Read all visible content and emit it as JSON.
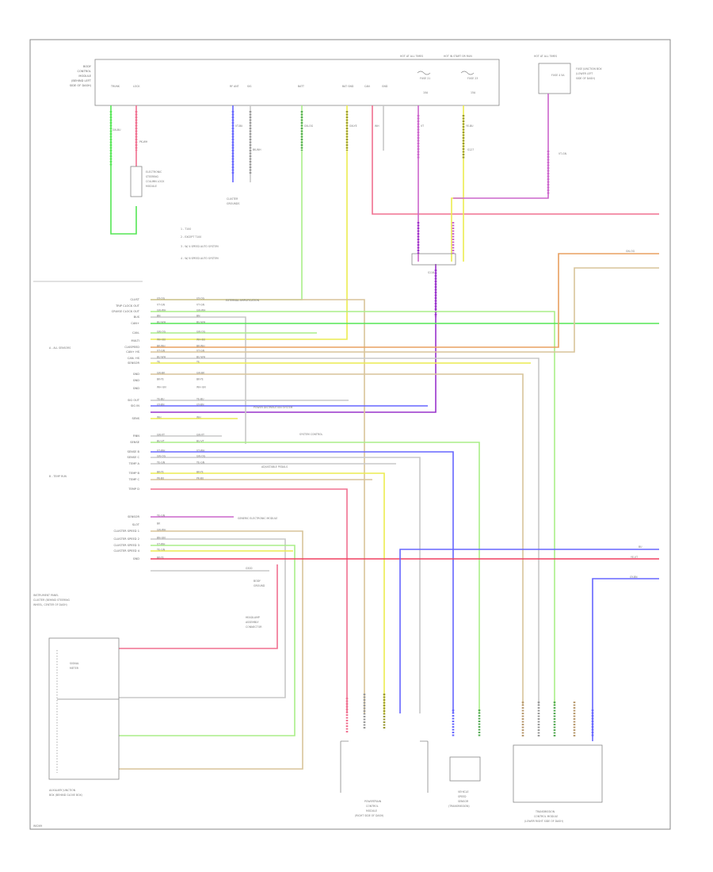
{
  "page": {
    "footer_code": "W0269"
  },
  "colors": {
    "green": "#55e655",
    "pink": "#f07090",
    "magenta": "#cc66cc",
    "purple": "#9933cc",
    "blue": "#6666ff",
    "yellow": "#ecec50",
    "tan": "#d8c49a",
    "orange": "#e8a060",
    "lightgreen": "#aaee88",
    "gray": "#c8c8c8",
    "red": "#f04060",
    "frame": "#888888"
  },
  "top_module": {
    "label_lines": [
      "BODY",
      "CONTROL",
      "MODULE",
      "(BEHIND LEFT",
      "SIDE OF DASH)"
    ],
    "pins": [
      "TRUNK",
      "LOCK",
      "RF ANT",
      "SIG",
      "BATT",
      "BAT GND",
      "CAN",
      "GND"
    ],
    "wire_labels": [
      "GN-BU",
      "PK-WH",
      "VT-BU",
      "BK-WH",
      "GN-OG",
      "GN-YE",
      "WH",
      "VT",
      "YE-BU"
    ],
    "fuse_labels": [
      "HOT AT ALL TIMES",
      "HOT IN START OR RUN"
    ],
    "fuse_names": [
      "FUSE 21",
      "FUSE 23",
      "10A",
      "15A"
    ],
    "s_labels": [
      "S127",
      "S118"
    ]
  },
  "top_right": {
    "label": "HOT AT ALL TIMES",
    "fuse": "FUSE 4 5A",
    "box_lines": [
      "FUSE JUNCTION BOX",
      "(LOWER LEFT",
      "SIDE OF DASH)"
    ],
    "wire": "VT-GN"
  },
  "sensor_box": {
    "label_lines": [
      "ELECTRONIC",
      "STEERING",
      "COLUMN LOCK",
      "MODULE"
    ]
  },
  "left_notes": [
    "1 - T100",
    "2 - EXCEPT T100",
    "3 - W/ 4 SPEED AUTO SYSTEM",
    "4 - W/ 6 SPEED AUTO SYSTEM"
  ],
  "gauge_label": [
    "CLUSTER",
    "GROUNDS"
  ],
  "middle_module": {
    "pins": [
      "CLUST",
      "TRIP CLOCK OUT",
      "CRUISE CLOCK OUT",
      "BUS",
      "CAN+",
      "CAN-",
      "MULTI",
      "CLKSPEED",
      "CAN+ HS",
      "CAN- HS",
      "SENSOR",
      "GND",
      "GND",
      "GND",
      "SIG OUT",
      "SIG IN",
      "SENS",
      "RNN",
      "SENSE",
      "SENSE B",
      "SENSE C",
      "TEMP A",
      "TEMP B",
      "TEMP C",
      "TEMP D"
    ],
    "wire_codes": [
      "GY-OG",
      "VT-GN",
      "GN-WH",
      "BN",
      "BU-WH",
      "GN-OG",
      "WH-BU",
      "BK-WH",
      "VT-GN",
      "BU-WH",
      "YE",
      "GN-BK",
      "BK-YE",
      "WH-GN",
      "YE-BU",
      "GY-BN",
      "WH",
      "GN-VT",
      "BU-VT",
      "VT-WH",
      "GN-OG",
      "YE-GN",
      "BK-YE",
      "PK-BU"
    ],
    "group_labels": [
      "A - ALL SENSORS",
      "B - TEMP RUN"
    ],
    "notes": [
      "EXTERNAL AMPLIFICATION",
      "POWER DISTRIBUTION SYSTEM",
      "SYSTEM CONTROL",
      "GENERIC ELECTRONIC MODULE",
      "ADJUSTABLE PEDALS"
    ],
    "gnd_notes": [
      "G500",
      "BODY",
      "GROUND",
      "HEADLAMP",
      "ASSEMBLY",
      "CONNECTOR"
    ]
  },
  "lower_module": {
    "pins": [
      "SENSOR",
      "SLOT",
      "CLUSTER SPEED 1",
      "CLUSTER SPEED 2",
      "CLUSTER SPEED 3",
      "CLUSTER SPEED 4",
      "GND"
    ],
    "wire_codes": [
      "YE-GN",
      "BK",
      "GN-WH",
      "BN-GN",
      "VT-WH",
      "YE-GN",
      "BK-YE"
    ],
    "title_lines": [
      "INSTRUMENT PANEL",
      "CLUSTER (BEHIND STEERING",
      "WHEEL, CENTER OF DASH)"
    ]
  },
  "bottom_left_box": {
    "inner_label": [
      "SIGNAL",
      "METER"
    ],
    "title_lines": [
      "AUXILIARY JUNCTION",
      "BOX (BEHIND GLOVE BOX)"
    ]
  },
  "right_labels": [
    "GN-OG",
    "BU",
    "YE-VT",
    "GY-BN"
  ],
  "bottom_boxes": [
    {
      "title_lines": [
        "POWERTRAIN",
        "CONTROL",
        "MODULE",
        "(RIGHT SIDE OF DASH)"
      ]
    },
    {
      "title_lines": [
        "VEHICLE",
        "SPEED",
        "SENSOR",
        "(TRANSMISSION)"
      ]
    },
    {
      "title_lines": [
        "TRANSMISSION",
        "CONTROL MODULE",
        "(LOWER RIGHT SIDE OF DASH)"
      ]
    }
  ]
}
